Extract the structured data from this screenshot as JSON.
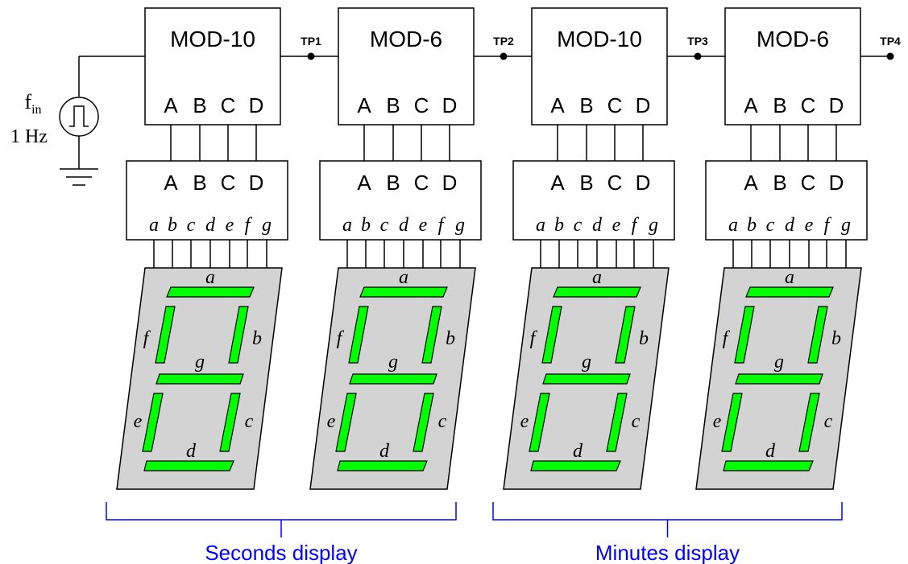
{
  "source": {
    "label_f": "f",
    "label_sub": "in",
    "frequency": "1 Hz"
  },
  "counters": [
    {
      "label": "MOD-10",
      "outputs": [
        "A",
        "B",
        "C",
        "D"
      ]
    },
    {
      "label": "MOD-6",
      "outputs": [
        "A",
        "B",
        "C",
        "D"
      ]
    },
    {
      "label": "MOD-10",
      "outputs": [
        "A",
        "B",
        "C",
        "D"
      ]
    },
    {
      "label": "MOD-6",
      "outputs": [
        "A",
        "B",
        "C",
        "D"
      ]
    }
  ],
  "decoder": {
    "inputs": [
      "A",
      "B",
      "C",
      "D"
    ],
    "outputs": [
      "a",
      "b",
      "c",
      "d",
      "e",
      "f",
      "g"
    ]
  },
  "test_points": [
    "TP1",
    "TP2",
    "TP3",
    "TP4"
  ],
  "segments": [
    "a",
    "b",
    "c",
    "d",
    "e",
    "f",
    "g"
  ],
  "groups": [
    {
      "label": "Seconds display"
    },
    {
      "label": "Minutes display"
    }
  ],
  "colors": {
    "segment": "#00ff00",
    "display_body": "#d3d3d3",
    "group_bracket": "#0000ff",
    "wire": "#000000"
  }
}
